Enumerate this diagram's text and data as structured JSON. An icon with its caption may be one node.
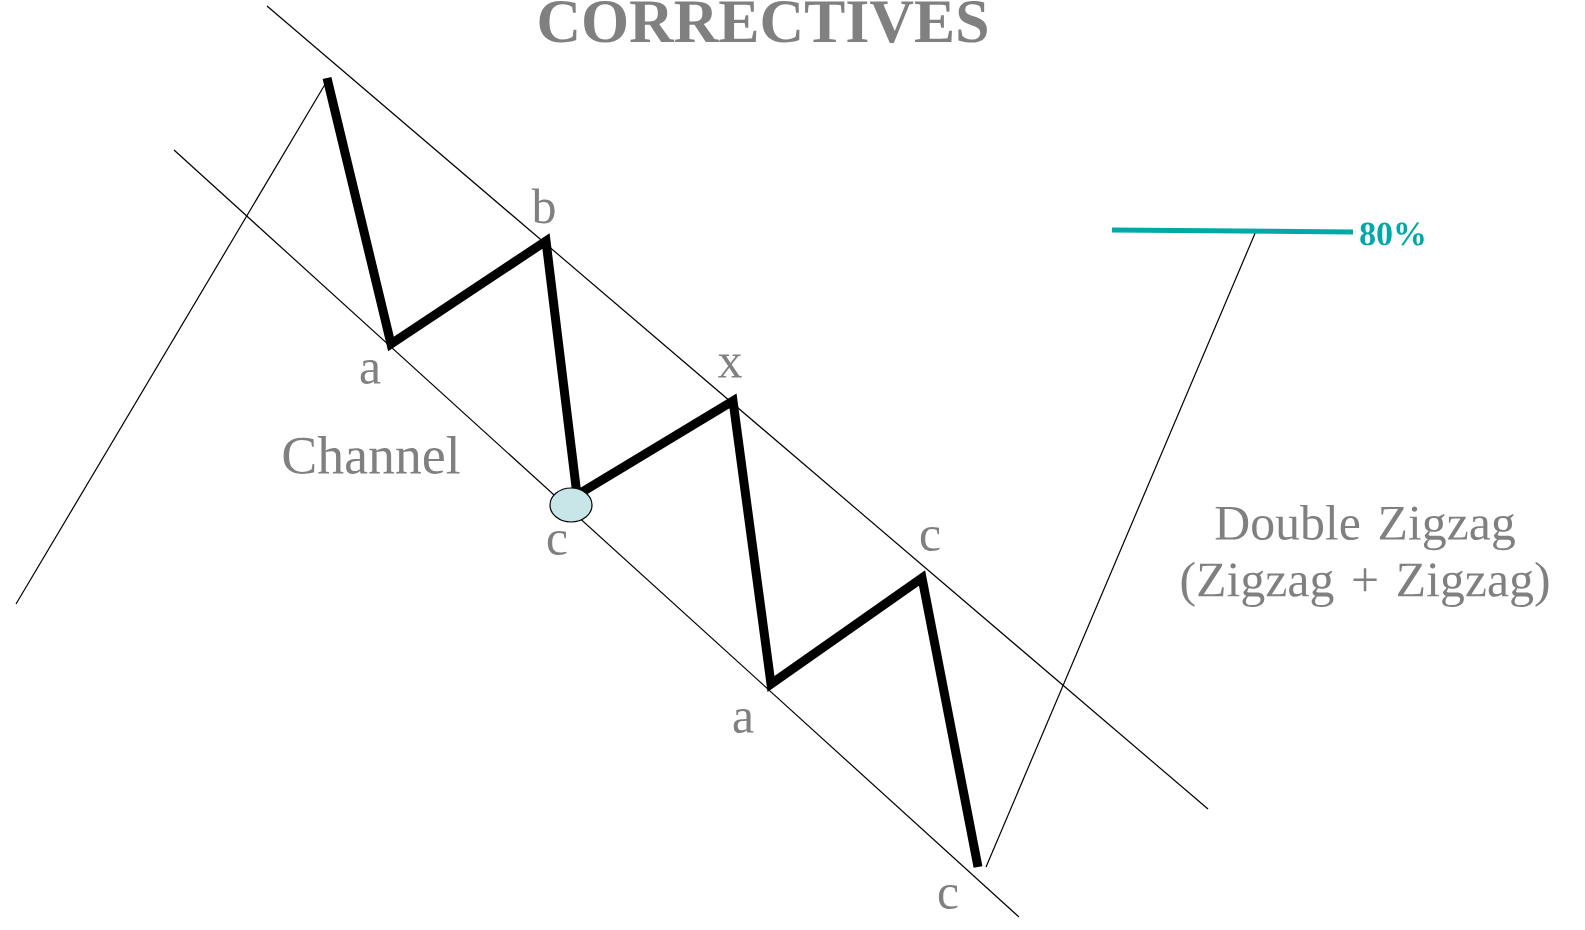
{
  "diagram": {
    "title": "CORRECTIVES",
    "labels": [
      "b",
      "a",
      "x",
      "Channel",
      "c",
      "c",
      "a",
      "c",
      "80%",
      "Double Zigzag (Zigzag + Zigzag)"
    ]
  }
}
